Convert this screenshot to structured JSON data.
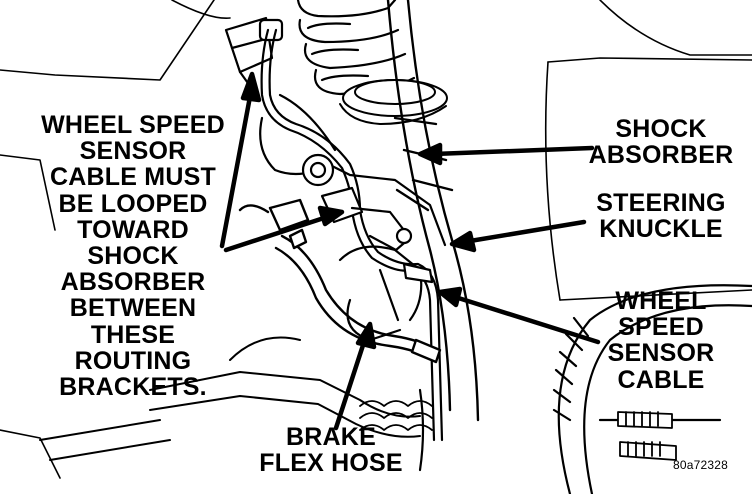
{
  "labels": {
    "wheel_speed_sensor_cable_note": "WHEEL SPEED\nSENSOR\nCABLE MUST\nBE LOOPED\nTOWARD\nSHOCK\nABSORBER\nBETWEEN\nTHESE\nROUTING\nBRACKETS.",
    "shock_absorber": "SHOCK\nABSORBER",
    "steering_knuckle": "STEERING\nKNUCKLE",
    "wheel_speed_sensor_cable": "WHEEL\nSPEED\nSENSOR\nCABLE",
    "brake_flex_hose": "BRAKE\nFLEX HOSE"
  },
  "figure_id": "80a72328"
}
